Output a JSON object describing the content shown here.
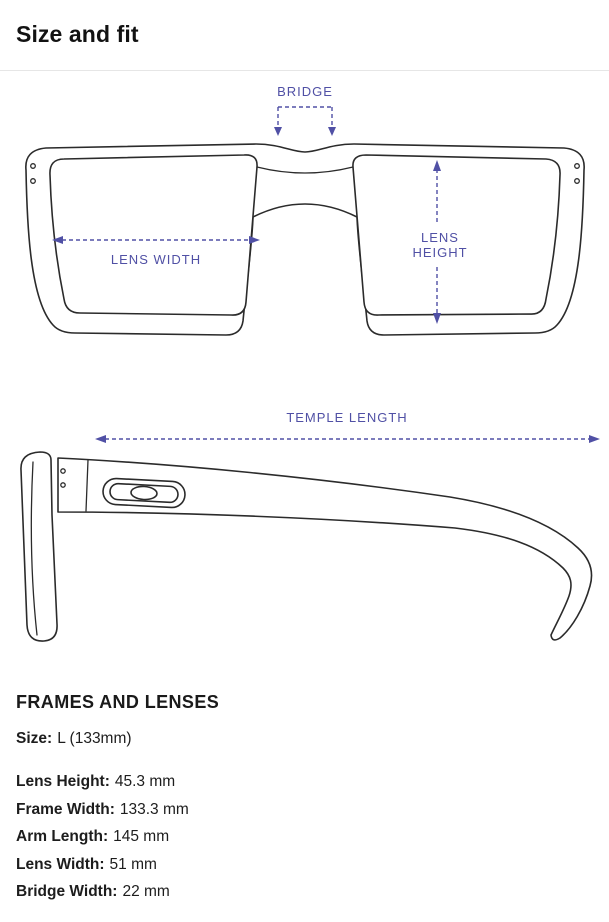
{
  "page": {
    "title": "Size and fit"
  },
  "front_diagram": {
    "bridge_label": "BRIDGE",
    "lens_width_label": "LENS WIDTH",
    "lens_height_label_line1": "LENS",
    "lens_height_label_line2": "HEIGHT"
  },
  "side_diagram": {
    "temple_length_label": "TEMPLE LENGTH"
  },
  "specs": {
    "heading": "FRAMES AND LENSES",
    "size_label": "Size:",
    "size_value": "L (133mm)",
    "rows": [
      {
        "label": "Lens Height:",
        "value": "45.3 mm"
      },
      {
        "label": "Frame Width:",
        "value": "133.3 mm"
      },
      {
        "label": "Arm Length:",
        "value": "145 mm"
      },
      {
        "label": "Lens Width:",
        "value": "51 mm"
      },
      {
        "label": "Bridge Width:",
        "value": "22 mm"
      }
    ]
  },
  "colors": {
    "annotation": "#5050a5",
    "line_art": "#2b2b2b",
    "divider": "#e6e6e6"
  }
}
